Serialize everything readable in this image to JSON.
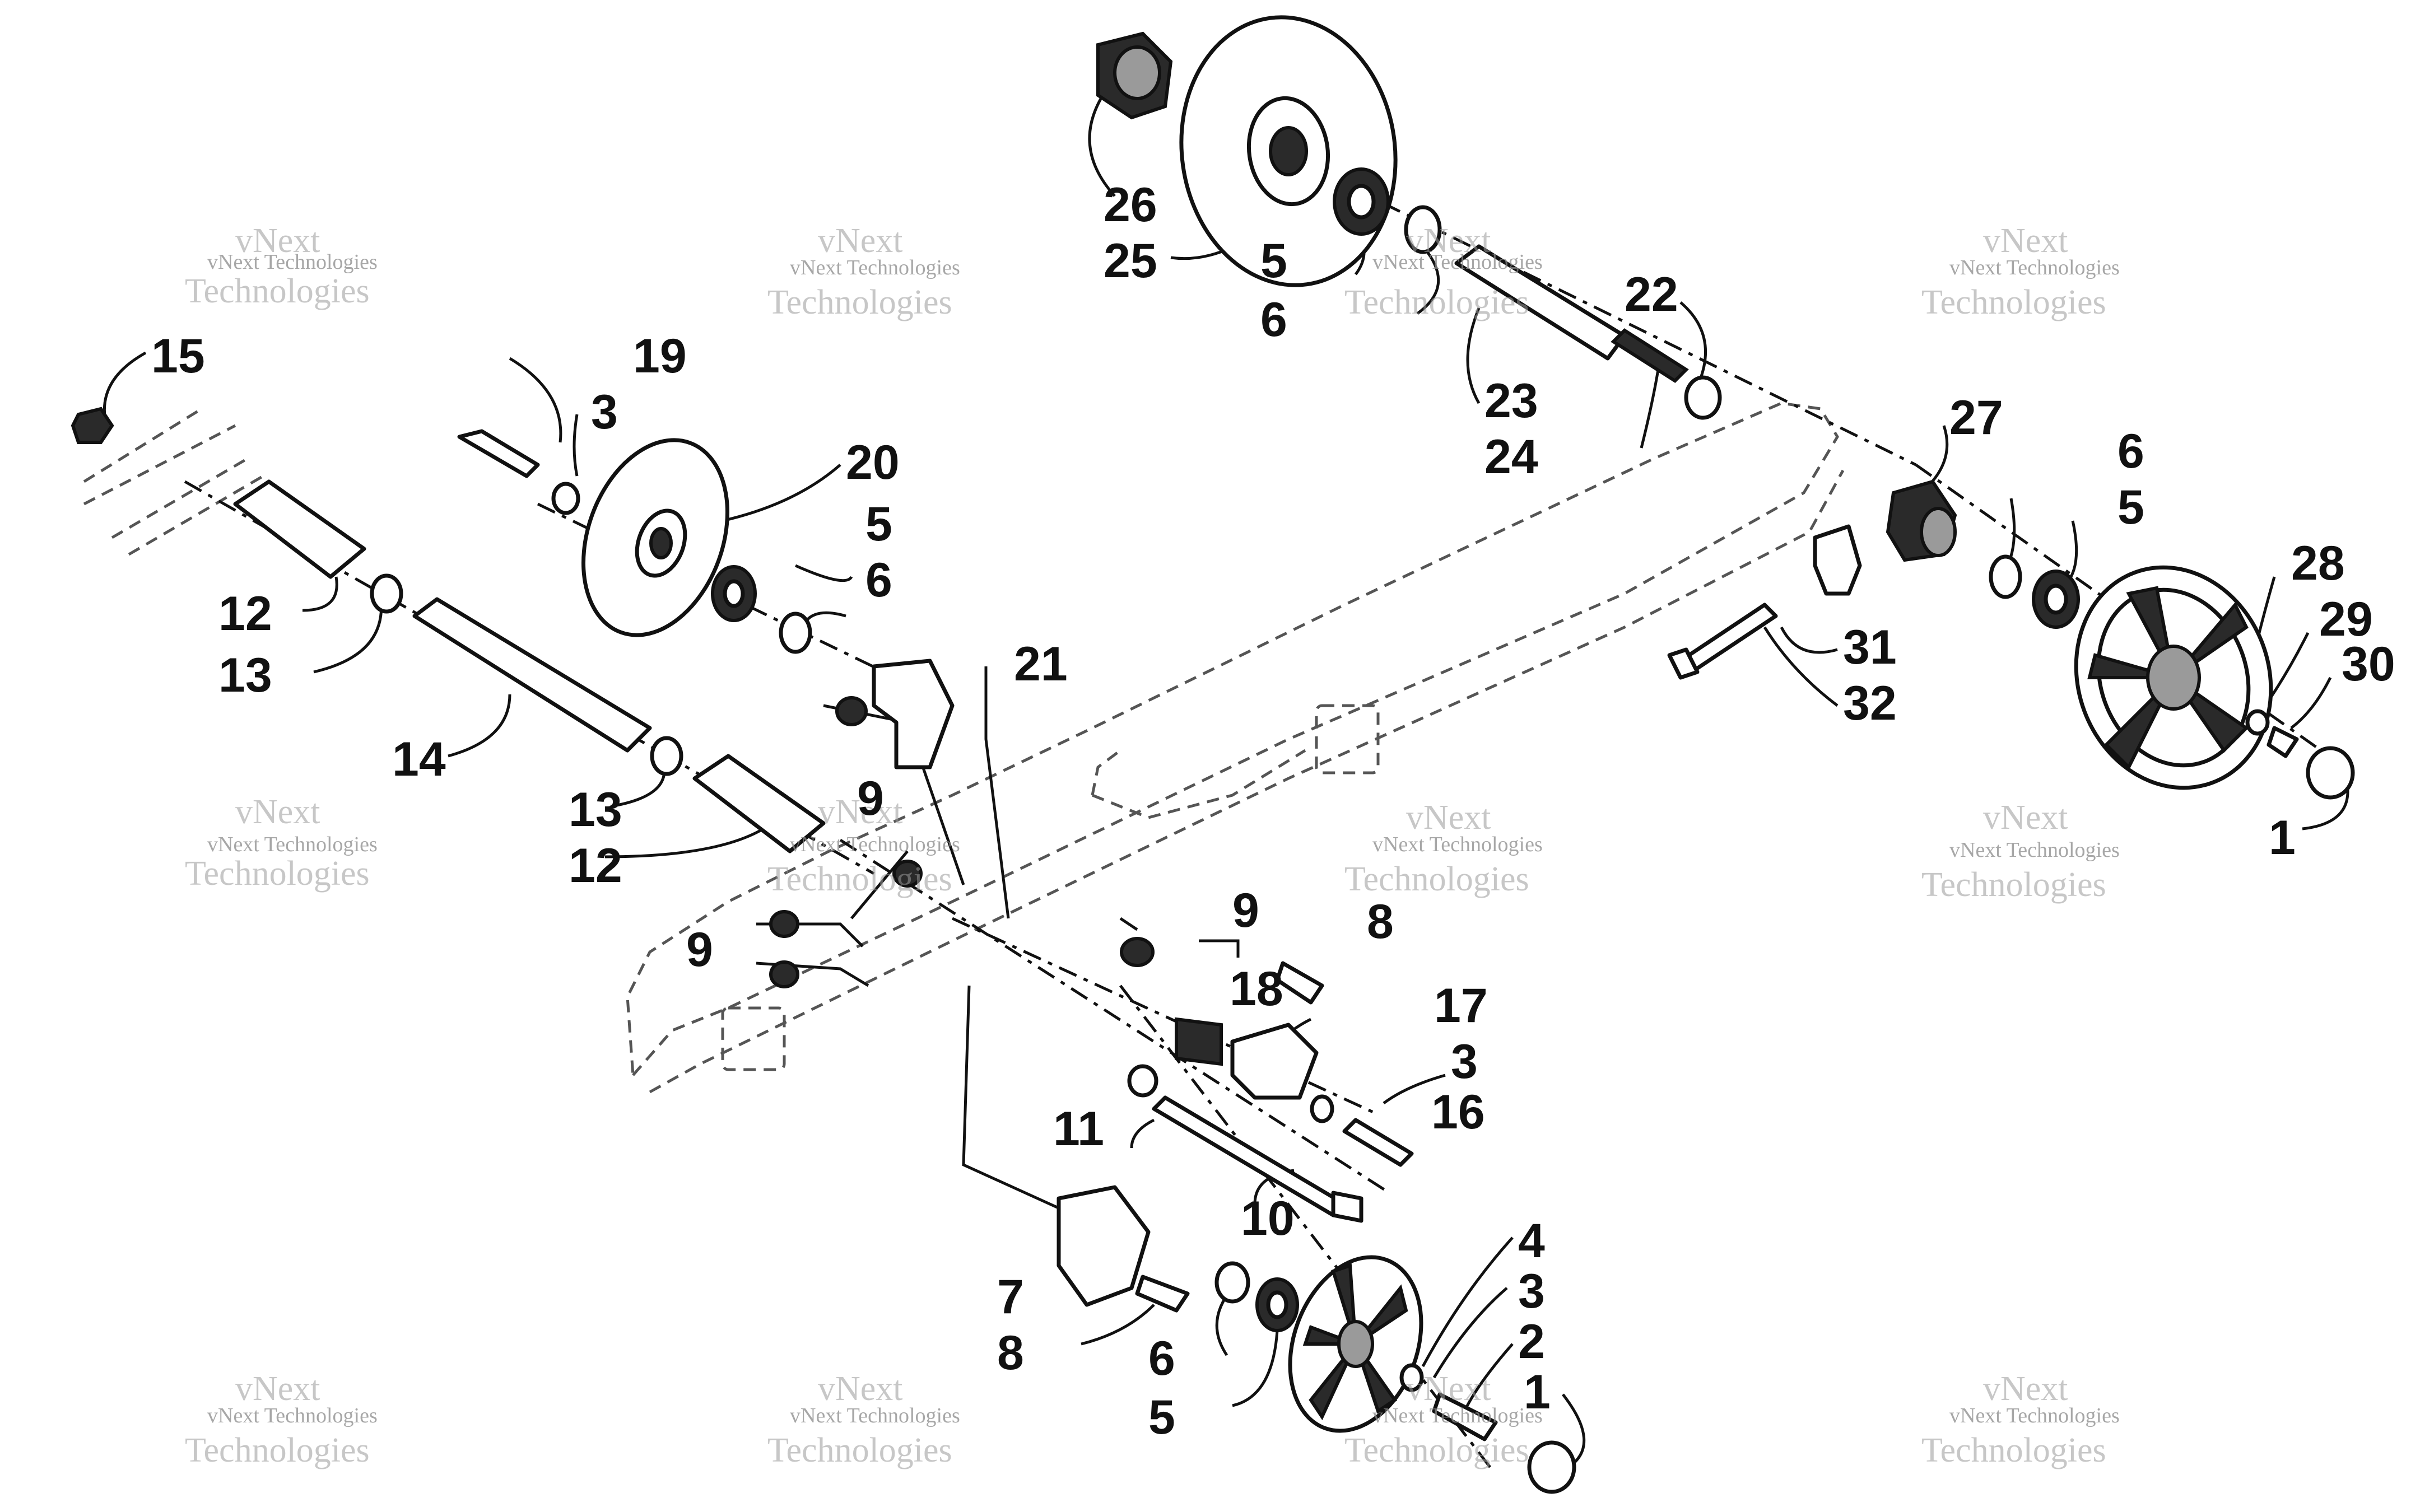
{
  "watermark": {
    "brand_line1": "vNext",
    "brand_line2": "Technologies",
    "small_text": "vNext Technologies"
  },
  "callouts": {
    "c1a": "1",
    "c1b": "1",
    "c2": "2",
    "c3a": "3",
    "c3b": "3",
    "c3c": "3",
    "c4": "4",
    "c5a": "5",
    "c5b": "5",
    "c5c": "5",
    "c5d": "5",
    "c6a": "6",
    "c6b": "6",
    "c6c": "6",
    "c6d": "6",
    "c7": "7",
    "c8a": "8",
    "c8b": "8",
    "c9a": "9",
    "c9b": "9",
    "c9c": "9",
    "c10": "10",
    "c11": "11",
    "c12a": "12",
    "c12b": "12",
    "c13a": "13",
    "c13b": "13",
    "c14": "14",
    "c15": "15",
    "c16": "16",
    "c17": "17",
    "c18": "18",
    "c19": "19",
    "c20": "20",
    "c21": "21",
    "c22": "22",
    "c23": "23",
    "c24": "24",
    "c25": "25",
    "c26": "26",
    "c27": "27",
    "c28": "28",
    "c29": "29",
    "c30": "30",
    "c31": "31",
    "c32": "32"
  }
}
